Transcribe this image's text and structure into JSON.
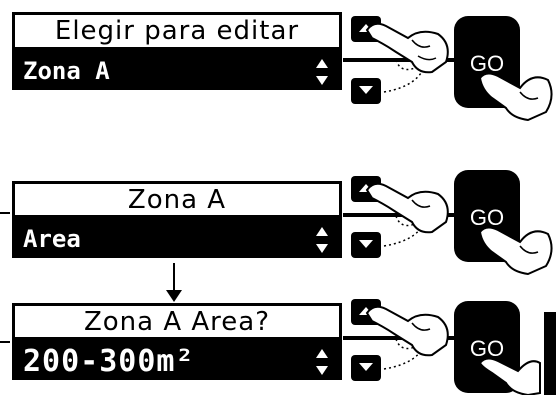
{
  "panels": [
    {
      "title": "Elegir para editar",
      "value": "Zona A",
      "big": false,
      "go": "GO"
    },
    {
      "title": "Zona A",
      "value": "Area",
      "big": false,
      "go": "GO"
    },
    {
      "title": "Zona A  Area?",
      "value": "200-300m²",
      "big": true,
      "go": "GO"
    }
  ]
}
